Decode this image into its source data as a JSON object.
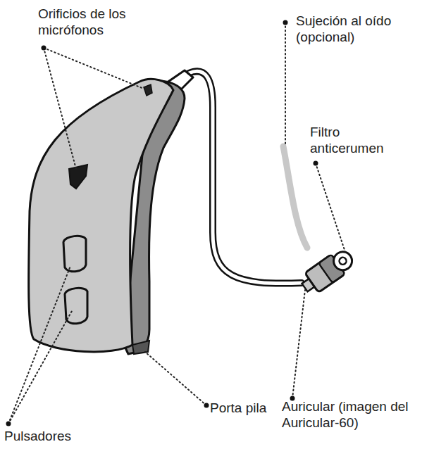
{
  "diagram": {
    "labels": [
      "Orificios de los micrófonos",
      "Sujeción al oído (opcional)",
      "Filtro anticerumen",
      "Auricular (imagen del Auricular-60)",
      "Porta pila",
      "Pulsadores"
    ]
  }
}
